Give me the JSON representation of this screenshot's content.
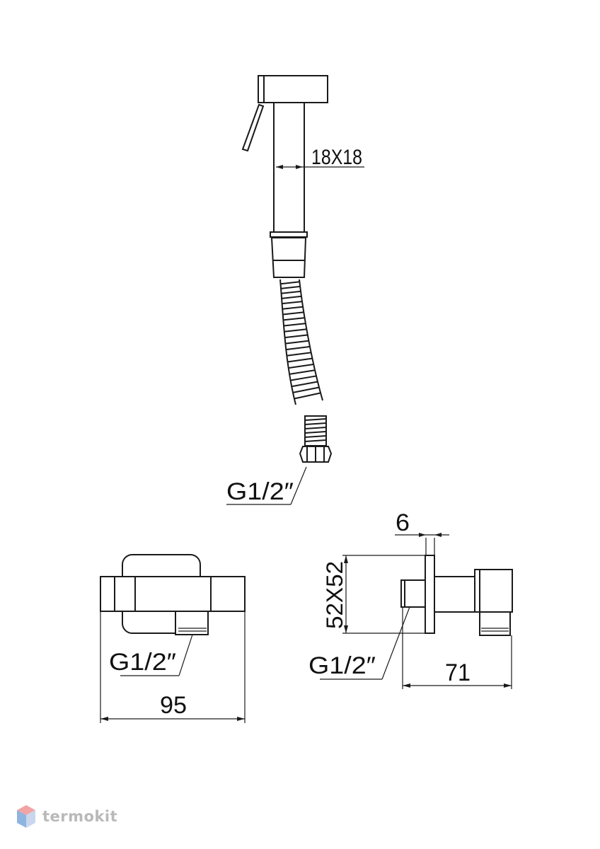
{
  "labels": {
    "handle_section": "18X18",
    "hose_thread": "G1/2″",
    "front_thread": "G1/2″",
    "front_width": "95",
    "plate_thickness": "6",
    "plate_size": "52X52",
    "side_thread": "G1/2″",
    "side_depth": "71"
  },
  "logo": {
    "text": "termokit",
    "colors": {
      "top": "#f2a3a3",
      "left": "#8fb4e0",
      "right": "#c9d6ec"
    }
  }
}
